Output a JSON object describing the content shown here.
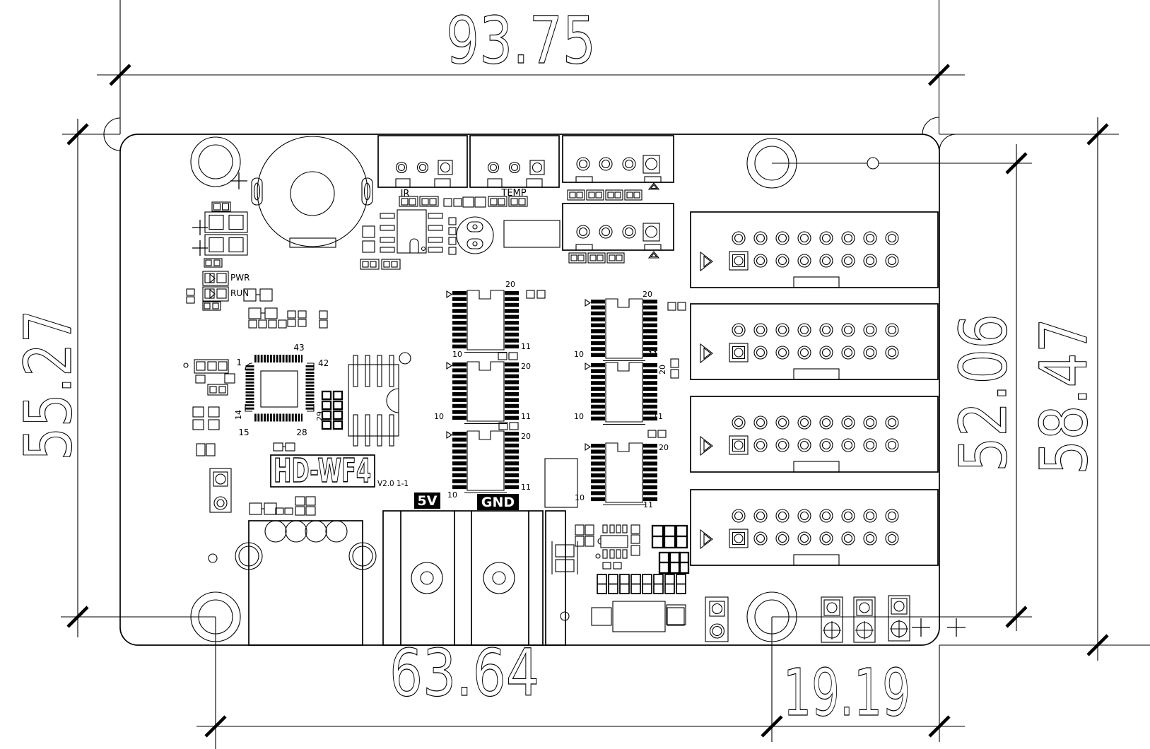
{
  "drawing": {
    "type": "pcb-mechanical-dimension-drawing",
    "board_model": "HD-WF4"
  },
  "dimensions": {
    "width_top": "93.75",
    "height_left": "55.27",
    "hole_span_height": "52.06",
    "height_right": "58.47",
    "width_bottom_left": "63.64",
    "width_bottom_right": "19.19"
  },
  "labels": {
    "model": "HD-WF4",
    "version": "V2.0 1-1",
    "ir": "IR",
    "temp": "TEMP",
    "pwr": "PWR",
    "run": "RUN",
    "v5": "5V",
    "gnd": "GND"
  },
  "pins": {
    "p1": "1",
    "p10": "10",
    "p11": "11",
    "p14": "14",
    "p15": "15",
    "p20": "20",
    "p28": "28",
    "p29": "29",
    "p42": "42",
    "p43": "43"
  },
  "colors": {
    "line": "#000000",
    "background": "#ffffff",
    "silkscreen_label_bg": "#000000",
    "silkscreen_label_fg": "#ffffff"
  }
}
